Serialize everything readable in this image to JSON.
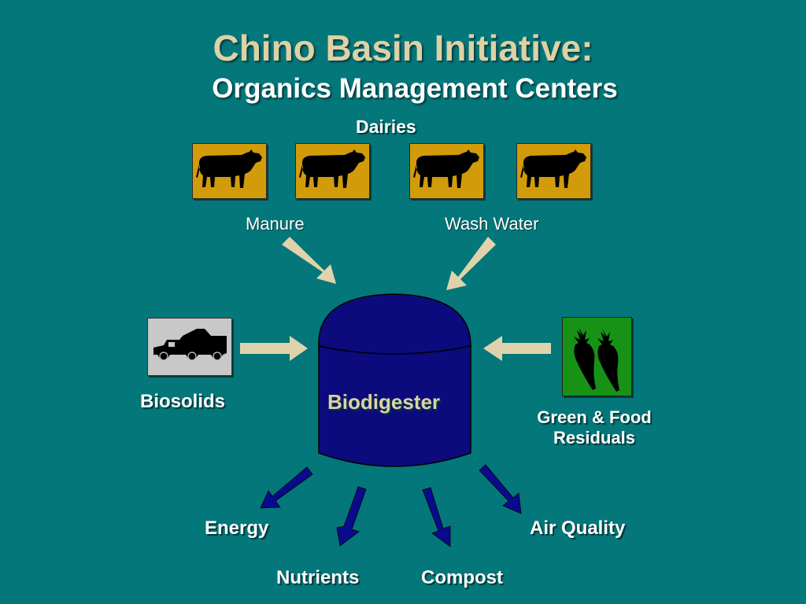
{
  "title": "Chino Basin Initiative:",
  "subtitle": "Organics Management Centers",
  "sources": {
    "dairies": "Dairies",
    "manure": "Manure",
    "wash_water": "Wash Water",
    "biosolids": "Biosolids",
    "green_food_line1": "Green & Food",
    "green_food_line2": "Residuals"
  },
  "center": "Biodigester",
  "outputs": {
    "energy": "Energy",
    "nutrients": "Nutrients",
    "compost": "Compost",
    "air_quality": "Air Quality"
  },
  "icons": [
    "cow-icon",
    "cow-icon",
    "cow-icon",
    "cow-icon",
    "truck-icon",
    "vegetables-icon"
  ],
  "colors": {
    "background": "#04777A",
    "title": "#DDD1A6",
    "input_arrow": "#E0D3AC",
    "output_arrow": "#0A0A8C",
    "tank": "#0B0B7E",
    "cow_box": "#D19B0A",
    "truck_box": "#C8C8C8",
    "veg_box": "#179217"
  }
}
